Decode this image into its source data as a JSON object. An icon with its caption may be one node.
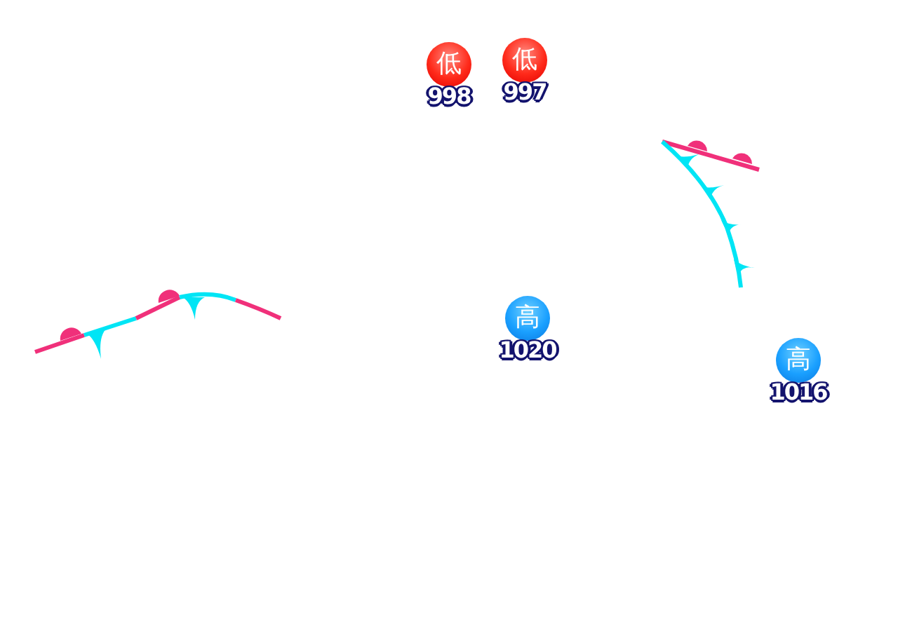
{
  "diagram": {
    "nodes": [
      {
        "text": [
          "低"
        ],
        "beside": [
          "998"
        ]
      },
      {
        "text": [
          "低"
        ],
        "beside": [
          "997"
        ]
      },
      {
        "text": [
          "高"
        ],
        "beside": [
          "1020"
        ]
      },
      {
        "text": [
          "高"
        ],
        "beside": [
          "1016"
        ]
      }
    ]
  }
}
